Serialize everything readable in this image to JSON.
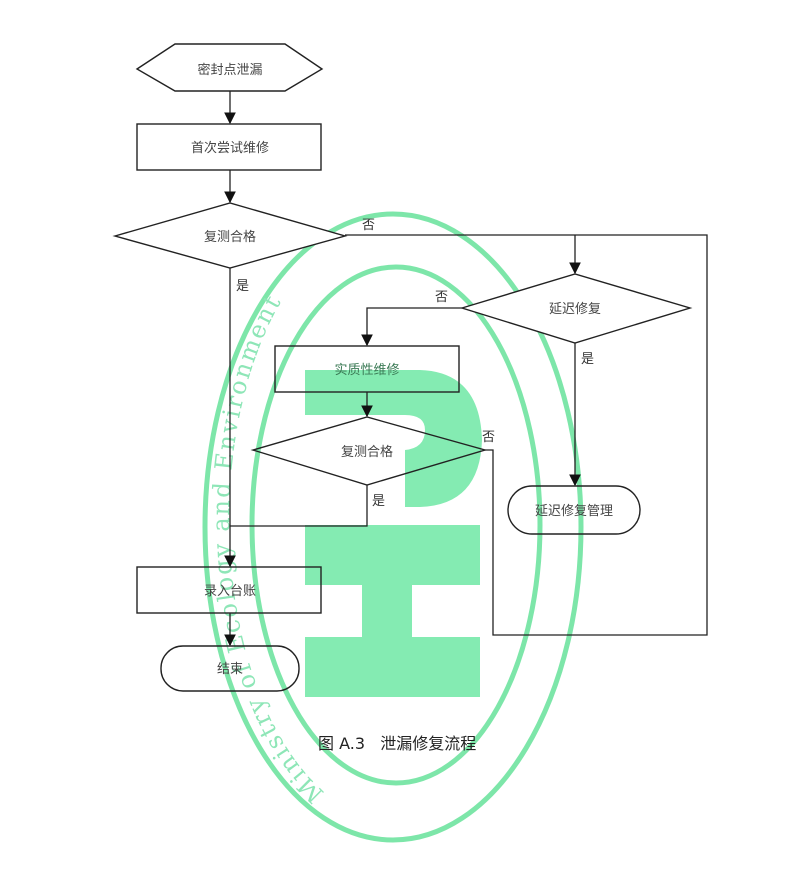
{
  "figure": {
    "caption": "图 A.3   泄漏修复流程",
    "caption_number": "图 A.3",
    "caption_title": "泄漏修复流程"
  },
  "nodes": {
    "start": {
      "label": "密封点泄漏",
      "shape": "hexagon"
    },
    "first_repair": {
      "label": "首次尝试维修",
      "shape": "rectangle"
    },
    "recheck_1": {
      "label": "复测合格",
      "shape": "diamond"
    },
    "delay_repair": {
      "label": "延迟修复",
      "shape": "diamond"
    },
    "substantive_repair": {
      "label": "实质性维修",
      "shape": "rectangle"
    },
    "recheck_2": {
      "label": "复测合格",
      "shape": "diamond"
    },
    "delay_management": {
      "label": "延迟修复管理",
      "shape": "terminator"
    },
    "record_ledger": {
      "label": "录入台账",
      "shape": "rectangle"
    },
    "end": {
      "label": "结束",
      "shape": "terminator"
    }
  },
  "edges": {
    "recheck_1_no": "否",
    "recheck_1_yes": "是",
    "delay_repair_no": "否",
    "delay_repair_yes": "是",
    "recheck_2_no": "否",
    "recheck_2_yes": "是"
  },
  "watermark": {
    "ring_text": "Ministry of Ecology and Environment",
    "color": "#6fe3a0",
    "emblem": "green P / I-beam glyph"
  }
}
